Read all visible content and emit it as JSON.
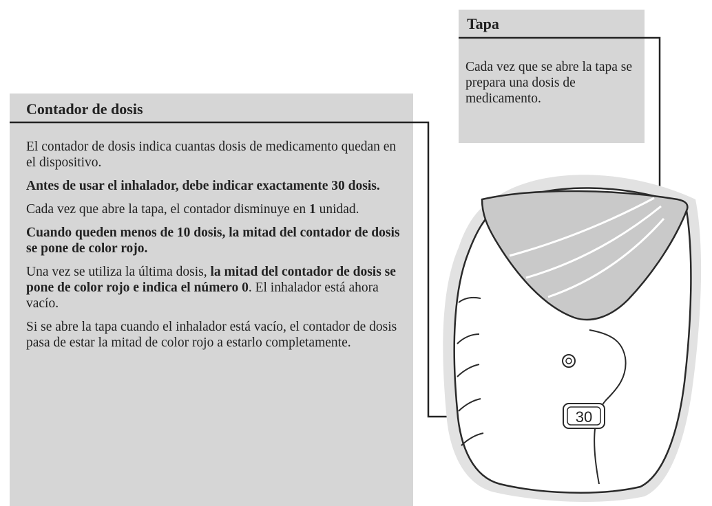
{
  "dose_counter": {
    "title": "Contador de dosis",
    "p1": "El contador de dosis indica cuantas dosis de medicamento quedan en el dispositivo.",
    "p2": "Antes de usar el inhalador, debe indicar exactamente 30 dosis.",
    "p3_a": "Cada vez que abre la tapa, el contador disminuye en ",
    "p3_b": "1",
    "p3_c": " unidad.",
    "p4": "Cuando queden menos de 10 dosis, la mitad del contador de dosis se pone de color rojo.",
    "p5_a": "Una vez se utiliza la última dosis, ",
    "p5_b": "la mitad del contador de dosis se pone de color rojo e indica el número 0",
    "p5_c": ". El inhalador está ahora vacío.",
    "p6": "Si se abre la tapa cuando el inhalador está vacío, el contador de dosis pasa de estar la mitad de color rojo a estarlo completamente."
  },
  "lid": {
    "title": "Tapa",
    "text": "Cada vez que se abre la tapa se prepara una dosis de medicamento."
  },
  "device": {
    "counter_display": "30"
  }
}
